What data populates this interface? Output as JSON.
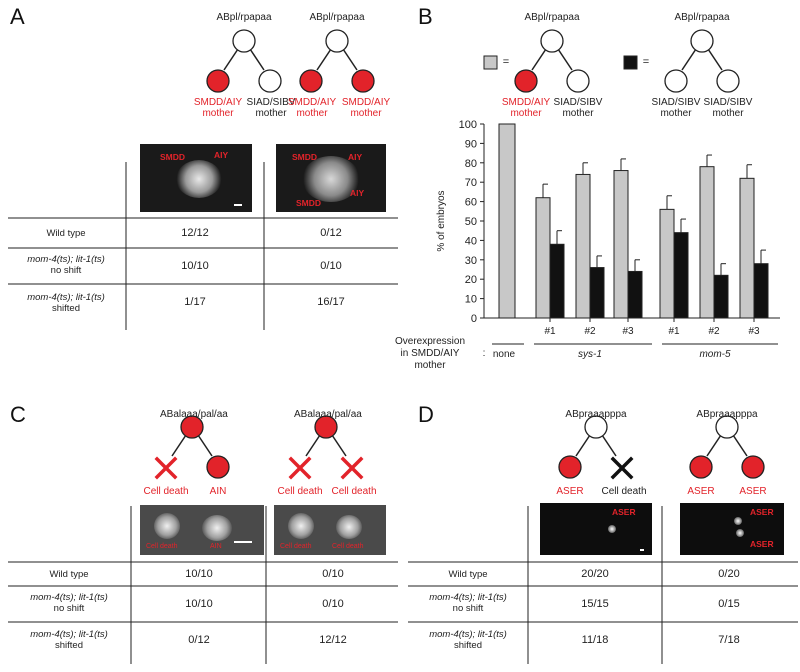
{
  "panels": {
    "A": {
      "letter": "A",
      "col1": {
        "lineage": "ABpl/rpapaa",
        "left": "SMDD/AIY\nmother",
        "right": "SIAD/SIBV\nmother"
      },
      "col2": {
        "lineage": "ABpl/rpapaa",
        "left": "SMDD/AIY\nmother",
        "right": "SMDD/AIY\nmother"
      },
      "micro1": [
        "SMDD",
        "AIY"
      ],
      "micro2": [
        "SMDD",
        "AIY",
        "SMDD",
        "AIY"
      ],
      "rows": [
        {
          "label": "Wild type",
          "sub": "",
          "v1": "12/12",
          "v2": "0/12"
        },
        {
          "label": "mom-4(ts); lit-1(ts)",
          "sub": "no shift",
          "v1": "10/10",
          "v2": "0/10"
        },
        {
          "label": "mom-4(ts); lit-1(ts)",
          "sub": "shifted",
          "v1": "1/17",
          "v2": "16/17"
        }
      ]
    },
    "B": {
      "letter": "B",
      "legend1": {
        "lineage": "ABpl/rpapaa",
        "eq": "=",
        "left": "SMDD/AIY\nmother",
        "right": "SIAD/SIBV\nmother"
      },
      "legend2": {
        "lineage": "ABpl/rpapaa",
        "eq": "=",
        "left": "SIAD/SIBV\nmother",
        "right": "SIAD/SIBV\nmother"
      },
      "overexp_label": "Overexpression\nin SMDD/AIY\nmother",
      "colon": ":",
      "groups": [
        "none",
        "sys-1",
        "mom-5"
      ]
    },
    "C": {
      "letter": "C",
      "col1": {
        "lineage": "ABalaaa/pal/aa",
        "left": "Cell death",
        "right": "AIN"
      },
      "col2": {
        "lineage": "ABalaaa/pal/aa",
        "left": "Cell death",
        "right": "Cell death"
      },
      "micro1": [
        "Cell death",
        "AIN"
      ],
      "micro2": [
        "Cell death",
        "Cell death"
      ],
      "rows": [
        {
          "label": "Wild type",
          "sub": "",
          "v1": "10/10",
          "v2": "0/10"
        },
        {
          "label": "mom-4(ts); lit-1(ts)",
          "sub": "no shift",
          "v1": "10/10",
          "v2": "0/10"
        },
        {
          "label": "mom-4(ts); lit-1(ts)",
          "sub": "shifted",
          "v1": "0/12",
          "v2": "12/12"
        }
      ]
    },
    "D": {
      "letter": "D",
      "col1": {
        "lineage": "ABpraaapppa",
        "left": "ASER",
        "right": "Cell death"
      },
      "col2": {
        "lineage": "ABpraaapppa",
        "left": "ASER",
        "right": "ASER"
      },
      "micro1": [
        "ASER"
      ],
      "micro2": [
        "ASER",
        "ASER"
      ],
      "rows": [
        {
          "label": "Wild type",
          "sub": "",
          "v1": "20/20",
          "v2": "0/20"
        },
        {
          "label": "mom-4(ts); lit-1(ts)",
          "sub": "no shift",
          "v1": "15/15",
          "v2": "0/15"
        },
        {
          "label": "mom-4(ts); lit-1(ts)",
          "sub": "shifted",
          "v1": "11/18",
          "v2": "7/18"
        }
      ]
    }
  },
  "colors": {
    "red": "#e2232a",
    "gray_bar": "#c8c8c8",
    "black_bar": "#111111"
  },
  "chart_data": {
    "type": "bar",
    "ylabel": "% of embryos",
    "ylim": [
      0,
      100
    ],
    "yticks": [
      0,
      10,
      20,
      30,
      40,
      50,
      60,
      70,
      80,
      90,
      100
    ],
    "categories": [
      "none",
      "#1",
      "#2",
      "#3",
      "#1",
      "#2",
      "#3"
    ],
    "series": [
      {
        "values": [
          100,
          62,
          74,
          76,
          56,
          78,
          72
        ],
        "errors": [
          0,
          7,
          6,
          6,
          7,
          6,
          7
        ],
        "color": "#c8c8c8"
      },
      {
        "values": [
          0,
          38,
          26,
          24,
          44,
          22,
          28
        ],
        "errors": [
          0,
          7,
          6,
          6,
          7,
          6,
          7
        ],
        "color": "#111111"
      }
    ]
  }
}
